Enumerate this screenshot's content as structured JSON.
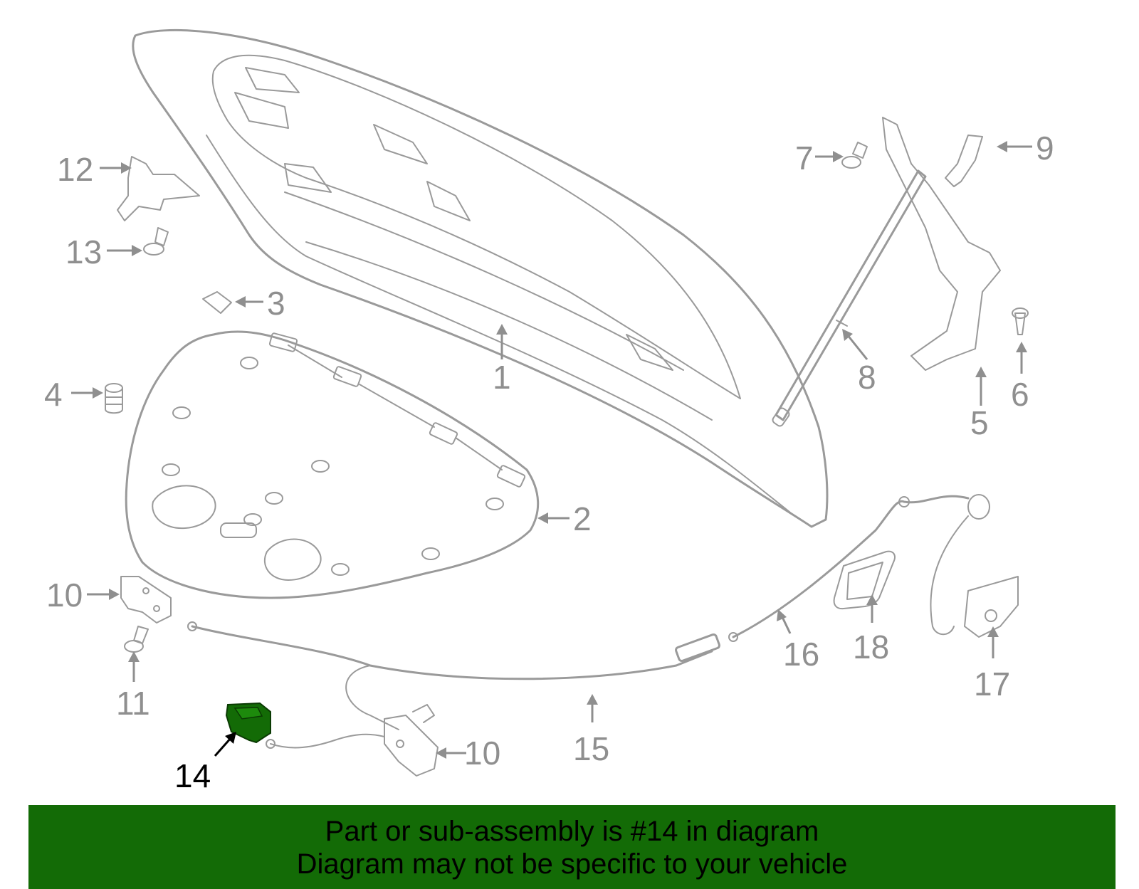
{
  "diagram": {
    "highlight_color": "#136b06",
    "line_color": "#9a9a9a",
    "callouts": [
      {
        "label": "1",
        "part": "hood-panel"
      },
      {
        "label": "2",
        "part": "hood-insulator"
      },
      {
        "label": "3",
        "part": "insulator-clip"
      },
      {
        "label": "4",
        "part": "bumper-stop"
      },
      {
        "label": "5",
        "part": "hood-hinge"
      },
      {
        "label": "6",
        "part": "hinge-bolt"
      },
      {
        "label": "7",
        "part": "strut-bolt"
      },
      {
        "label": "8",
        "part": "lift-support-strut"
      },
      {
        "label": "9",
        "part": "strut-bracket"
      },
      {
        "label": "10",
        "part": "hood-latch-upper"
      },
      {
        "label": "10",
        "part": "hood-latch-lower"
      },
      {
        "label": "11",
        "part": "latch-bolt"
      },
      {
        "label": "12",
        "part": "safety-catch"
      },
      {
        "label": "13",
        "part": "catch-bolt"
      },
      {
        "label": "14",
        "part": "latch-switch",
        "highlighted": true
      },
      {
        "label": "15",
        "part": "release-cable"
      },
      {
        "label": "16",
        "part": "release-cable-rear"
      },
      {
        "label": "17",
        "part": "release-handle"
      },
      {
        "label": "18",
        "part": "handle-bezel"
      }
    ]
  },
  "banner": {
    "line1": "Part or sub-assembly is #14 in diagram",
    "line2": "Diagram may not be specific to your vehicle",
    "background": "#136b06"
  }
}
